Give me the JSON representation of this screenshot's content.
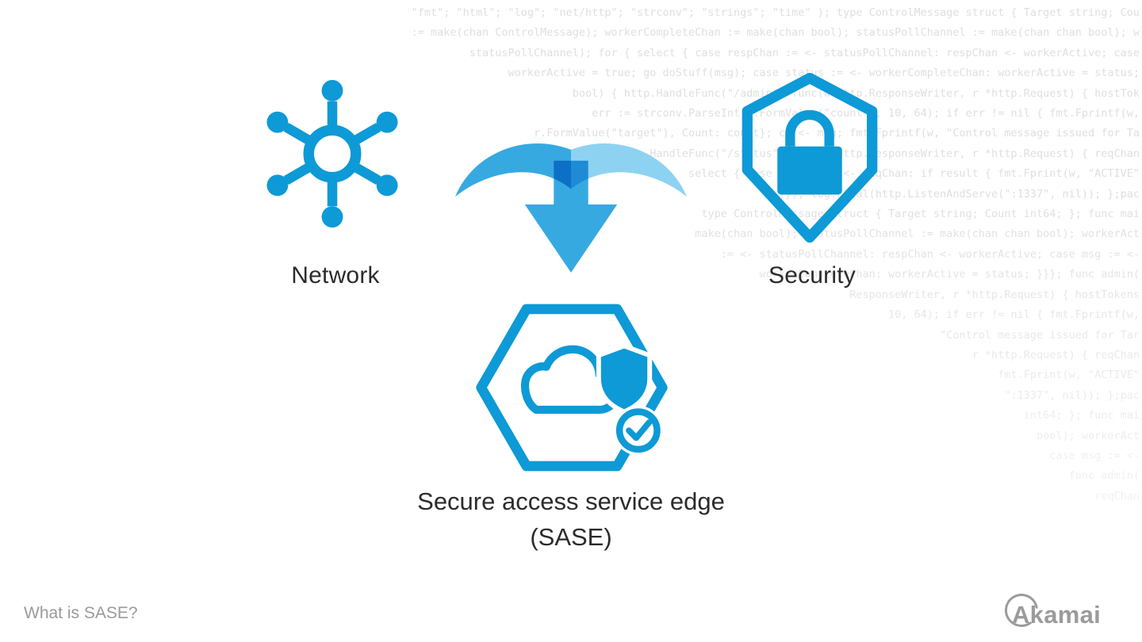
{
  "colors": {
    "icon_blue": "#0d9ad6",
    "arrow_blue": "#36a9e1",
    "arrow_light_blue": "#8ed2f2",
    "label_text": "#2b2b2b",
    "muted_gray": "#9b9b9b",
    "code_gray": "#dfdfdf"
  },
  "diagram": {
    "network_label": "Network",
    "security_label": "Security",
    "sase_line1": "Secure access service edge",
    "sase_line2": "(SASE)"
  },
  "footer": {
    "caption": "What is SASE?",
    "brand": "Akamai"
  },
  "background_code": {
    "lines": [
      "\"fmt\"; \"html\"; \"log\"; \"net/http\"; \"strconv\"; \"strings\"; \"time\" ); type ControlMessage struct { Target string; Cou",
      ":= make(chan ControlMessage); workerCompleteChan := make(chan bool); statusPollChannel := make(chan chan bool); w",
      "statusPollChannel); for { select { case respChan := <- statusPollChannel: respChan <- workerActive; case",
      "workerActive = true; go doStuff(msg); case status := <- workerCompleteChan: workerActive = status;",
      "bool) { http.HandleFunc(\"/admin\", func(w http.ResponseWriter, r *http.Request) { hostTok",
      "err := strconv.ParseInt(r.FormValue(\"count\"), 10, 64); if err != nil { fmt.Fprintf(w,",
      "r.FormValue(\"target\"), Count: count}; cc <- msg; fmt.Fprintf(w, \"Control message issued for Ta",
      "http.HandleFunc(\"/status\", func(w http.ResponseWriter, r *http.Request) { reqChan",
      "select { case result := <- reqChan: if result { fmt.Fprint(w, \"ACTIVE\"",
      "}}); log.Fatal(http.ListenAndServe(\":1337\", nil)); };pac",
      "type ControlMessage struct { Target string; Count int64; }; func mai",
      "make(chan bool); statusPollChannel := make(chan chan bool); workerAct",
      ":= <- statusPollChannel: respChan <- workerActive; case msg := <-",
      "workerCompleteChan: workerActive = status; }}}; func admin(",
      "ResponseWriter, r *http.Request) { hostTokens",
      "10, 64); if err != nil { fmt.Fprintf(w,",
      "\"Control message issued for Tar",
      "r *http.Request) { reqChan",
      "fmt.Fprint(w, \"ACTIVE\"",
      "\":1337\", nil)); };pac",
      "int64; }; func mai",
      "bool); workerAct",
      "case msg := <-",
      "func admin(",
      "reqChan"
    ]
  }
}
